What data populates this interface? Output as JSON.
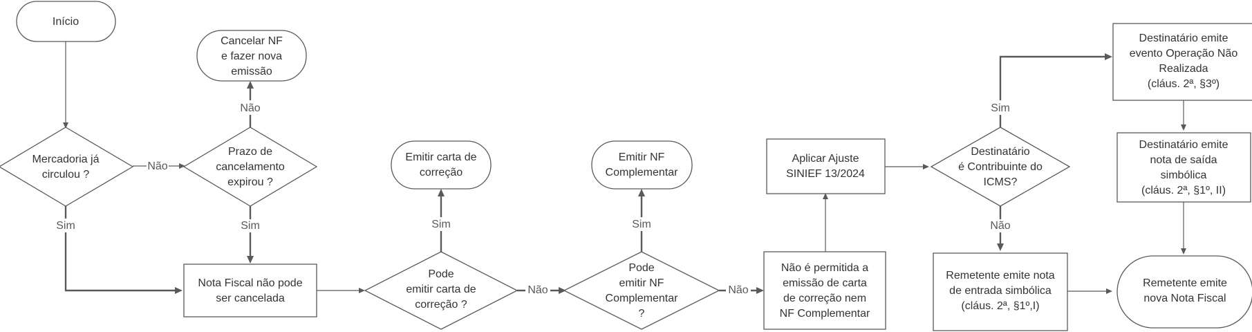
{
  "nodes": {
    "inicio": [
      "Início"
    ],
    "cancelar": [
      "Cancelar NF",
      "e fazer nova",
      "emissão"
    ],
    "mercadoria": [
      "Mercadoria já",
      "circulou ?"
    ],
    "prazo": [
      "Prazo de",
      "cancelamento",
      "expirou ?"
    ],
    "nota_fiscal": [
      "Nota Fiscal não pode",
      "ser cancelada"
    ],
    "carta_decisao": [
      "Pode",
      "emitir carta de",
      "correção ?"
    ],
    "emitir_carta": [
      "Emitir carta de",
      "correção"
    ],
    "nf_decisao": [
      "Pode",
      "emitir NF",
      "Complementar",
      "?"
    ],
    "emitir_nf": [
      "Emitir NF",
      "Complementar"
    ],
    "nao_permitida": [
      "Não é permitida a",
      "emissão de carta",
      "de correção nem",
      "NF Complementar"
    ],
    "ajuste": [
      "Aplicar Ajuste",
      "SINIEF 13/2024"
    ],
    "destinatario_decisao": [
      "Destinatário",
      "é Contribuinte do",
      "ICMS?"
    ],
    "operacao": [
      "Destinatário emite",
      "evento Operação Não",
      "Realizada",
      "(cláus. 2ª, §3º)"
    ],
    "saida": [
      "Destinatário emite",
      "nota de saída",
      "simbólica",
      "(cláus. 2ª, §1º, II)"
    ],
    "entrada": [
      "Remetente emite nota",
      "de entrada simbólica",
      "(cláus. 2ª, §1º,I)"
    ],
    "nova_nota": [
      "Remetente emite",
      "nova Nota Fiscal"
    ]
  },
  "labels": {
    "nao": "Não",
    "sim": "Sim"
  }
}
